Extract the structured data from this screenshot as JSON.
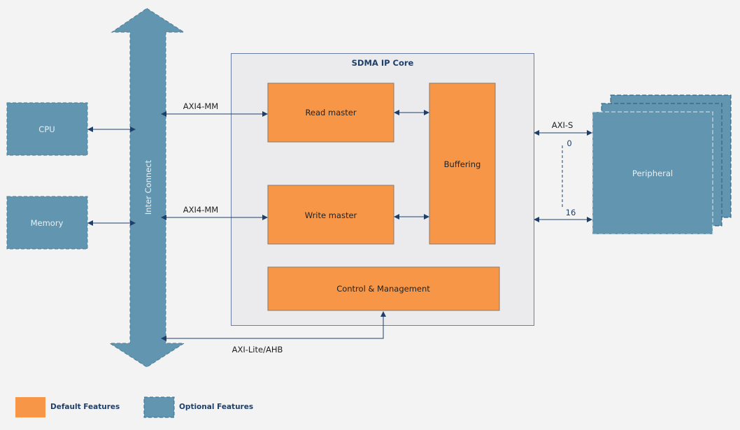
{
  "diagram": {
    "core_title": "SDMA IP Core",
    "blocks": {
      "cpu": "CPU",
      "memory": "Memory",
      "interconnect": "Inter Connect",
      "read_master": "Read master",
      "write_master": "Write master",
      "buffering": "Buffering",
      "control": "Control & Management",
      "peripheral": "Peripheral"
    },
    "links": {
      "read_bus": "AXI4-MM",
      "write_bus": "AXI4-MM",
      "stream_bus": "AXI-S",
      "stream_start": "0",
      "stream_end": "16",
      "control_bus": "AXI-Lite/AHB"
    },
    "legend": [
      {
        "label": "Default Features",
        "color": "#f79646"
      },
      {
        "label": "Optional Features",
        "color": "#6295b0"
      }
    ],
    "colors": {
      "default_feature": "#f79646",
      "optional_feature": "#6295b0",
      "line": "#1f3f6b",
      "core_bg": "#ebebed"
    }
  }
}
